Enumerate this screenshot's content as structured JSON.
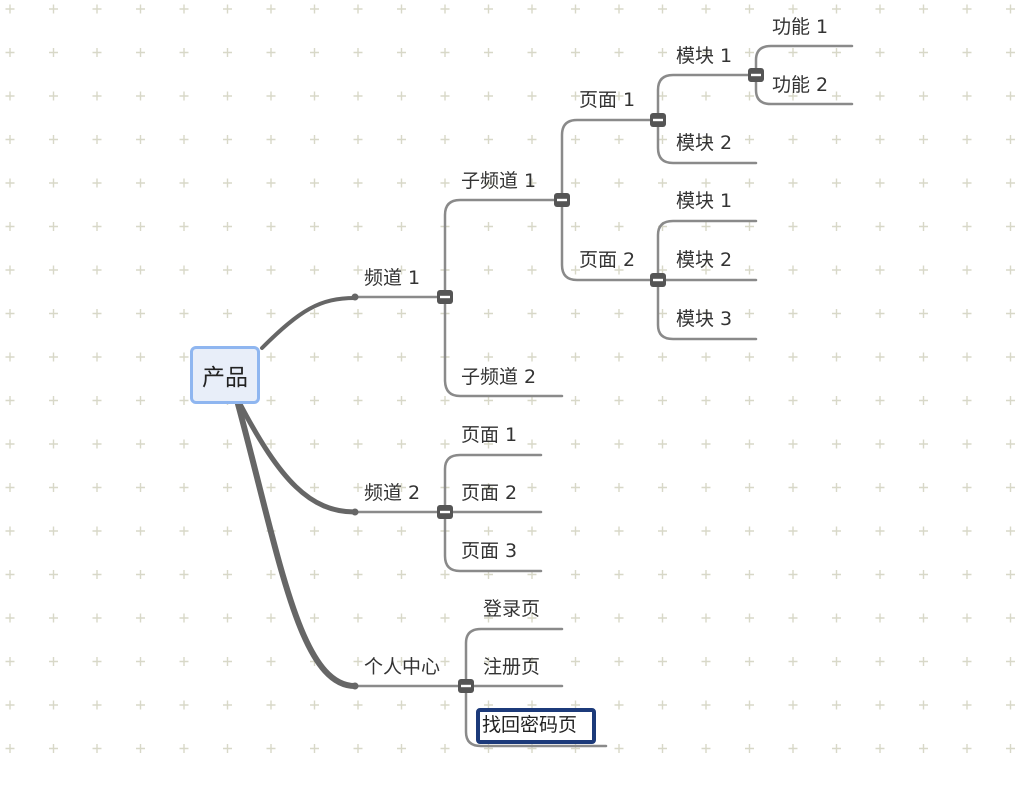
{
  "mindmap": {
    "root": "产品",
    "channel1": {
      "label": "频道 1",
      "sub1": {
        "label": "子频道 1",
        "page1": {
          "label": "页面 1",
          "module1": {
            "label": "模块 1",
            "features": [
              "功能 1",
              "功能 2"
            ]
          },
          "module2": "模块 2"
        },
        "page2": {
          "label": "页面 2",
          "modules": [
            "模块 1",
            "模块 2",
            "模块 3"
          ]
        }
      },
      "sub2": "子频道 2"
    },
    "channel2": {
      "label": "频道 2",
      "pages": [
        "页面 1",
        "页面 2",
        "页面 3"
      ]
    },
    "personal": {
      "label": "个人中心",
      "pages": [
        "登录页",
        "注册页",
        "找回密码页"
      ]
    },
    "colors": {
      "root_fill": "#e8eef9",
      "root_border": "#8fb6f0",
      "selected_border": "#1c3a7a",
      "line": "#888888",
      "collapse": "#555555",
      "grid_plus": "#d8d8c8"
    }
  }
}
